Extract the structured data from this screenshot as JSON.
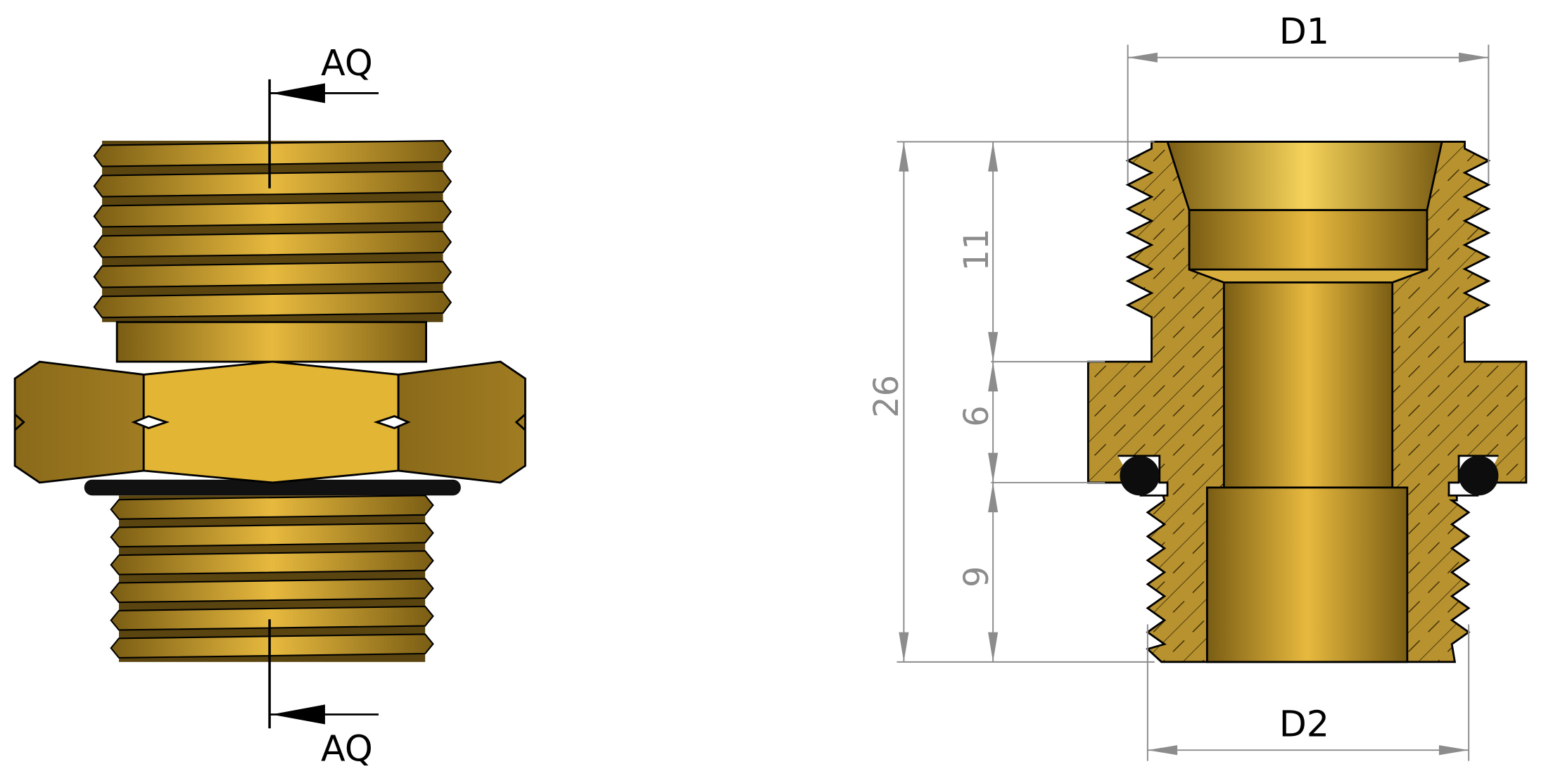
{
  "side_view": {
    "section_label_top": "AQ",
    "section_label_bottom": "AQ",
    "upper_thread_turns": 6,
    "lower_thread_turns": 6
  },
  "section_view": {
    "dim_top_diameter": "D1",
    "dim_bottom_diameter": "D2",
    "dim_total_length": "26",
    "dim_upper_thread": "11",
    "dim_flange": "6",
    "dim_lower_thread": "9"
  },
  "colors": {
    "brass_light": "#f5d35a",
    "brass_mid": "#c9a232",
    "brass_dark": "#7a5d14",
    "section_fill": "#b8922f",
    "dimension": "#8c8c8c"
  }
}
